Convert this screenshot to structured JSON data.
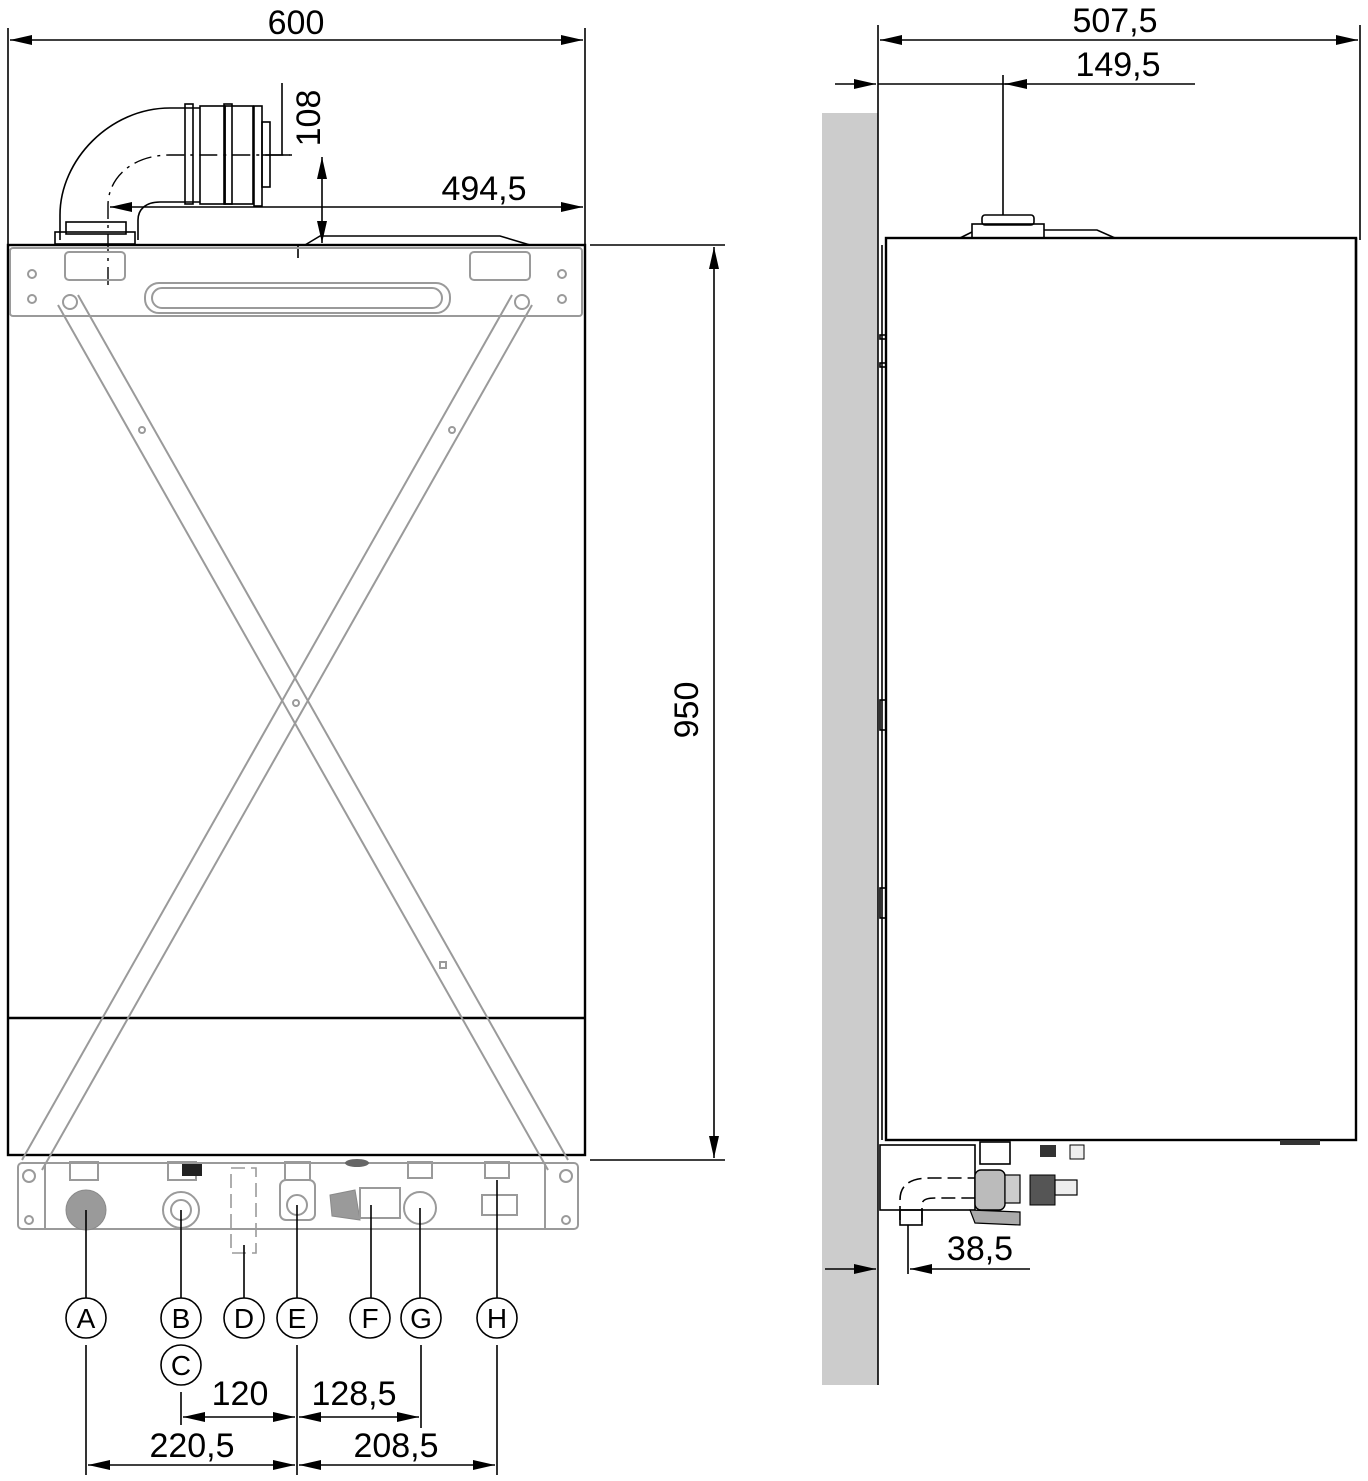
{
  "colors": {
    "line": "#000000",
    "gray_outline": "#9a9a9a",
    "wall": "#cccccc",
    "background": "#ffffff"
  },
  "front_view": {
    "dimensions": {
      "width_total": "600",
      "flue_height": "108",
      "flue_offset": "494,5",
      "height_total": "950"
    },
    "connections": [
      {
        "id": "A",
        "label": "A"
      },
      {
        "id": "B",
        "label": "B"
      },
      {
        "id": "C",
        "label": "C"
      },
      {
        "id": "D",
        "label": "D"
      },
      {
        "id": "E",
        "label": "E"
      },
      {
        "id": "F",
        "label": "F"
      },
      {
        "id": "G",
        "label": "G"
      },
      {
        "id": "H",
        "label": "H"
      }
    ],
    "bottom_dimensions": {
      "b_to_e": "120",
      "e_to_g": "128,5",
      "a_to_e": "220,5",
      "e_to_h": "208,5"
    }
  },
  "side_view": {
    "dimensions": {
      "depth_total": "507,5",
      "flue_center_from_wall": "149,5",
      "bottom_connection_from_wall": "38,5"
    }
  }
}
